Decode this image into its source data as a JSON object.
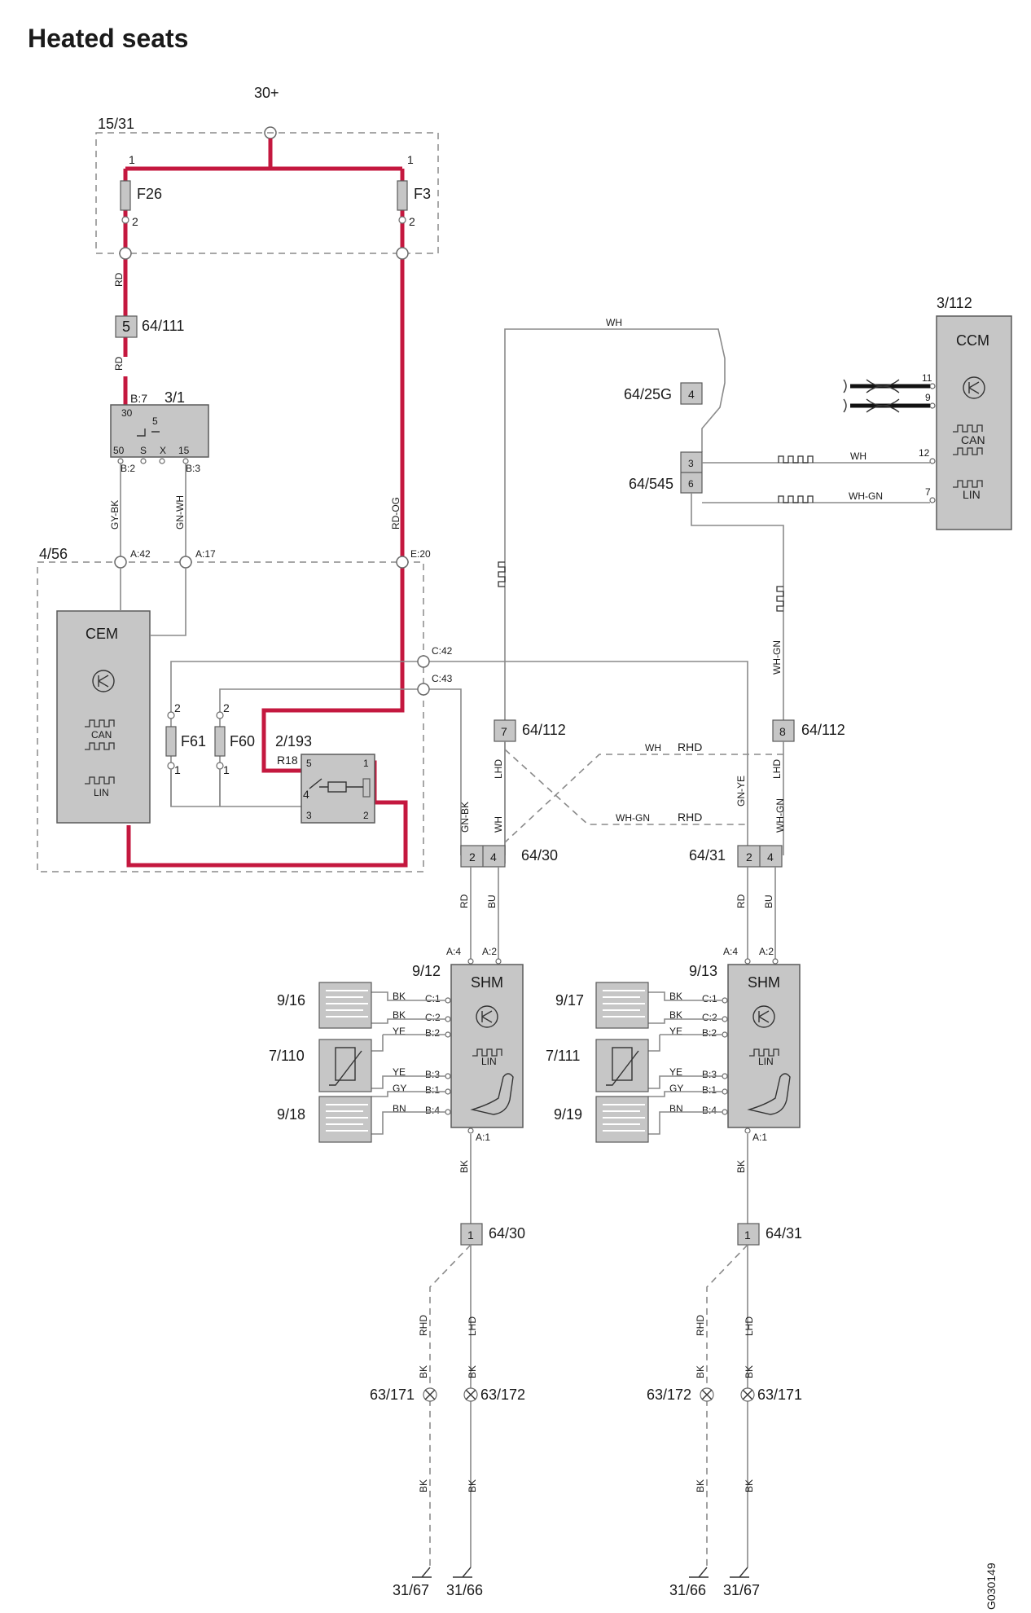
{
  "title": "Heated seats",
  "figure_id": "G030149",
  "supply": {
    "label": "30+"
  },
  "fuse_box": {
    "id": "15/31",
    "fuses": [
      {
        "name": "F26",
        "pin_in": "1",
        "pin_out": "2"
      },
      {
        "name": "F3",
        "pin_in": "1",
        "pin_out": "2"
      }
    ]
  },
  "wire_colors": {
    "rd": "RD",
    "rd_og": "RD-OG",
    "gy_bk": "GY-BK",
    "gn_wh": "GN-WH",
    "wh": "WH",
    "wh_gn": "WH-GN",
    "gn_bk": "GN-BK",
    "gn_ye": "GN-YE",
    "bu": "BU",
    "bk": "BK",
    "ye": "YE",
    "gy": "GY",
    "bn": "BN"
  },
  "connector_64_111": {
    "id": "64/111",
    "pin": "5"
  },
  "ignition_switch": {
    "id": "3/1",
    "pin_top": "B:7",
    "pin_30": "30",
    "pin_5": "5",
    "pins": [
      "50",
      "S",
      "X",
      "15"
    ],
    "pin_b2": "B:2",
    "pin_b3": "B:3"
  },
  "cem_box": {
    "id": "4/56",
    "name": "CEM",
    "can": "CAN",
    "lin": "LIN",
    "pins": {
      "a42": "A:42",
      "a17": "A:17",
      "e20": "E:20",
      "c42": "C:42",
      "c43": "C:43"
    }
  },
  "fuses_cem": [
    {
      "name": "F61",
      "top": "2",
      "bottom": "1"
    },
    {
      "name": "F60",
      "top": "2",
      "bottom": "1"
    }
  ],
  "relay": {
    "id": "2/193",
    "resistor": "R18",
    "pins": [
      "5",
      "1",
      "4",
      "3",
      "2"
    ]
  },
  "ccm": {
    "id": "3/112",
    "name": "CCM",
    "can": "CAN",
    "lin": "LIN",
    "pins": [
      "11",
      "9",
      "12",
      "7"
    ]
  },
  "connector_64_25g": {
    "id": "64/25G",
    "pin": "4"
  },
  "connector_64_545": {
    "id": "64/545",
    "pins": [
      "3",
      "6"
    ]
  },
  "connector_64_112_left": {
    "id": "64/112",
    "pin": "7"
  },
  "connector_64_112_right": {
    "id": "64/112",
    "pin": "8"
  },
  "harness": {
    "lhd": "LHD",
    "rhd": "RHD"
  },
  "connector_64_30": {
    "id": "64/30",
    "pins": [
      "2",
      "4"
    ],
    "ground_pin": "1"
  },
  "connector_64_31": {
    "id": "64/31",
    "pins": [
      "2",
      "4"
    ],
    "ground_pin": "1"
  },
  "shm_left": {
    "id": "9/12",
    "name": "SHM",
    "lin": "LIN",
    "pin_a4": "A:4",
    "pin_a2": "A:2",
    "pin_a1": "A:1",
    "pins": [
      "C:1",
      "C:2",
      "B:2",
      "B:3",
      "B:1",
      "B:4"
    ],
    "heater_top": "9/16",
    "sensor": "7/110",
    "heater_bottom": "9/18"
  },
  "shm_right": {
    "id": "9/13",
    "name": "SHM",
    "lin": "LIN",
    "pin_a4": "A:4",
    "pin_a2": "A:2",
    "pin_a1": "A:1",
    "pins": [
      "C:1",
      "C:2",
      "B:2",
      "B:3",
      "B:1",
      "B:4"
    ],
    "heater_top": "9/17",
    "sensor": "7/111",
    "heater_bottom": "9/19"
  },
  "grounds_left": {
    "splice_rhd": "63/171",
    "splice_lhd": "63/172",
    "ground_rhd": "31/67",
    "ground_lhd": "31/66"
  },
  "grounds_right": {
    "splice_rhd": "63/172",
    "splice_lhd": "63/171",
    "ground_rhd": "31/66",
    "ground_lhd": "31/67"
  },
  "colors": {
    "live_circuit": "#c4183f",
    "wire": "#8a8a8a",
    "component_fill": "#c6c6c6"
  }
}
